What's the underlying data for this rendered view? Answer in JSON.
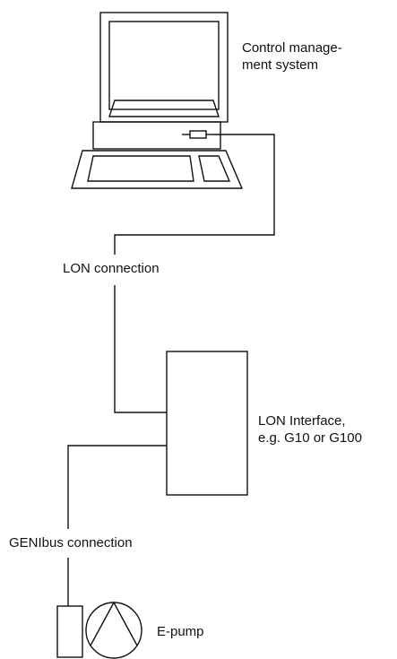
{
  "labels": {
    "control_system": [
      "Control manage-",
      "ment system"
    ],
    "lon_connection": "LON connection",
    "lon_interface": [
      "LON Interface,",
      "e.g. G10 or G100"
    ],
    "genibus_connection": "GENIbus connection",
    "e_pump": "E-pump"
  },
  "icons": {
    "computer": "desktop-computer-icon",
    "interface": "lon-interface-box",
    "pump": "e-pump-icon"
  },
  "colors": {
    "stroke": "#111111",
    "background": "#ffffff"
  }
}
